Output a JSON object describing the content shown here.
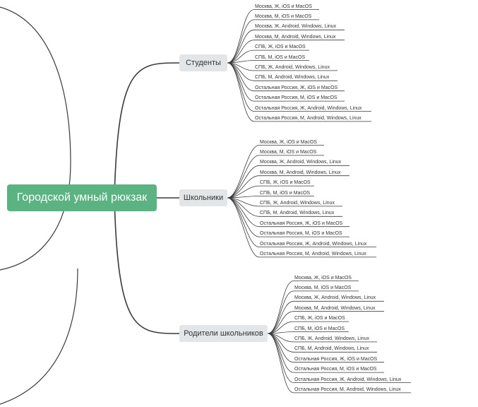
{
  "colors": {
    "root_bg": "#5bb381",
    "branch_bg": "#e3e6e9",
    "line": "#3a3a3a"
  },
  "root": {
    "label": "Городской умный рюкзак"
  },
  "branches": [
    {
      "label": "Студенты",
      "leaves": [
        "Москва, Ж, iOS и  MacOS",
        "Москва, М, iOS и  MacOS",
        "Москва, Ж, Android, Windows, Linux",
        "Москва, М, Android, Windows, Linux",
        "СПБ, Ж, iOS и  MacOS",
        "СПБ, М, iOS и  MacOS",
        "СПБ, Ж, Android, Windows, Linux",
        "СПБ, М, Android, Windows, Linux",
        "Остальная Россия, Ж, iOS и  MacOS",
        "Остальная Россия, М, iOS и  MacOS",
        "Остальная Россия, Ж, Android, Windows, Linux",
        "Остальная Россия, М, Android, Windows, Linux"
      ]
    },
    {
      "label": "Школьники",
      "leaves": [
        "Москва, Ж, iOS и  MacOS",
        "Москва, М, iOS и  MacOS",
        "Москва, Ж, Android, Windows, Linux",
        "Москва, М, Android, Windows, Linux",
        "СПБ, Ж, iOS и  MacOS",
        "СПБ, М, iOS и  MacOS",
        "СПБ, Ж, Android, Windows, Linux",
        "СПБ, М, Android, Windows, Linux",
        "Остальная Россия, Ж, iOS и  MacOS",
        "Остальная Россия, М, iOS и  MacOS",
        "Остальная Россия, Ж, Android, Windows, Linux",
        "Остальная Россия, М, Android, Windows, Linux"
      ]
    },
    {
      "label": "Родители школьников",
      "leaves": [
        "Москва, Ж, iOS и  MacOS",
        "Москва, М, iOS и  MacOS",
        "Москва, Ж, Android, Windows, Linux",
        "Москва, М, Android, Windows, Linux",
        "СПБ, Ж, iOS и  MacOS",
        "СПБ, М, iOS и  MacOS",
        "СПБ, Ж, Android, Windows, Linux",
        "СПБ, М, Android, Windows, Linux",
        "Остальная Россия, Ж, iOS и  MacOS",
        "Остальная Россия, М, iOS и  MacOS",
        "Остальная Россия, Ж, Android, Windows, Linux",
        "Остальная Россия, М, Android, Windows, Linux"
      ]
    }
  ]
}
